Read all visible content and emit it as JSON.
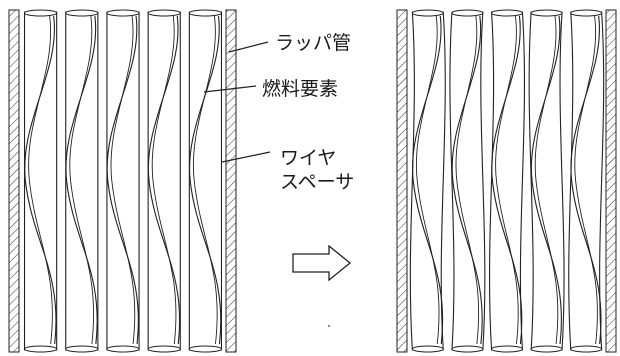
{
  "labels": {
    "wrapper_tube": "ラッパ管",
    "fuel_element": "燃料要素",
    "wire_spacer_line1": "ワイヤ",
    "wire_spacer_line2": "スペーサ"
  },
  "arrow": {
    "direction": "right",
    "meaning": "deformation"
  },
  "colors": {
    "stroke": "#222222",
    "background": "#ffffff"
  },
  "panels": [
    {
      "name": "before",
      "rod_count": 5,
      "state": "straight"
    },
    {
      "name": "after",
      "rod_count": 5,
      "state": "bowed"
    }
  ]
}
